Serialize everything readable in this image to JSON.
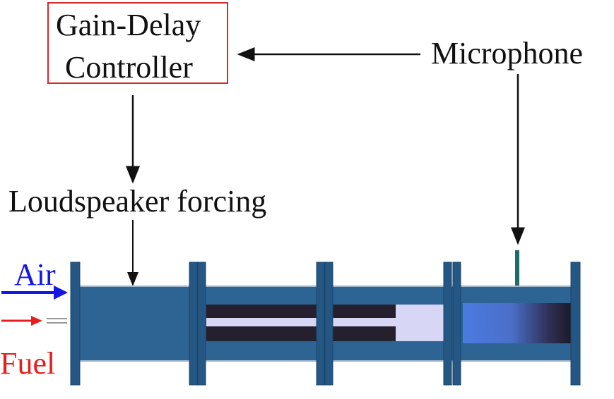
{
  "controller": {
    "line1": "Gain-Delay",
    "line2": "Controller"
  },
  "microphone_label": "Microphone",
  "loudspeaker_label": "Loudspeaker forcing",
  "air_label": "Air",
  "fuel_label": "Fuel",
  "colors": {
    "pipe": "#2d6494",
    "flange": "#245783",
    "box_border": "#d42a2a",
    "air": "#1515e6",
    "fuel": "#e61e1e",
    "mic": "#1f6b66",
    "dark_tube": "#25202e",
    "light_tube": "#d7d6f4"
  }
}
